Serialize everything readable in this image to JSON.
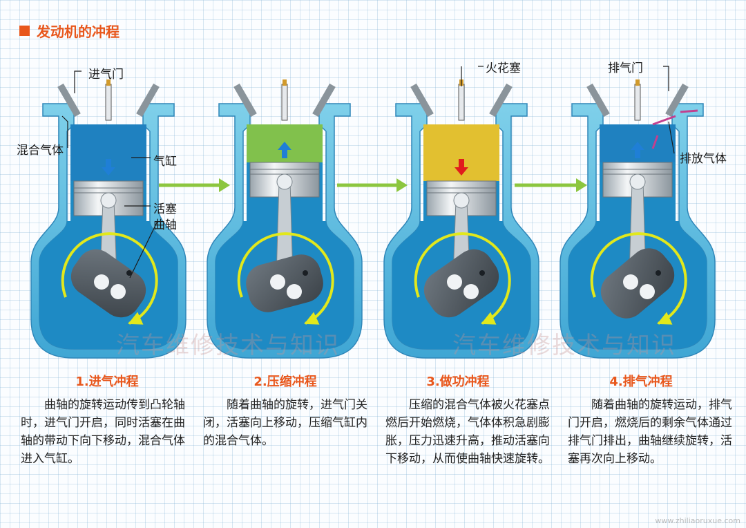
{
  "title": "发动机的冲程",
  "callouts": {
    "intake_valve": "进气门",
    "mixture": "混合气体",
    "cylinder": "气缸",
    "piston": "活塞",
    "crankshaft": "曲轴",
    "spark_plug": "火花塞",
    "exhaust_valve": "排气门",
    "exhaust_gas": "排放气体"
  },
  "stages": [
    {
      "title": "1.进气冲程",
      "desc": "曲轴的旋转运动传到凸轮轴时，进气门开启，同时活塞在曲轴的带动下向下移动，混合气体进入气缸。",
      "chamber_color": "#1f7fc0",
      "piston_dir": "down"
    },
    {
      "title": "2.压缩冲程",
      "desc": "随着曲轴的旋转，进气门关闭，活塞向上移动，压缩气缸内的混合气体。",
      "chamber_color": "#8cc63f",
      "piston_dir": "up"
    },
    {
      "title": "3.做功冲程",
      "desc": "压缩的混合气体被火花塞点燃后开始燃烧，气体体积急剧膨胀，压力迅速升高，推动活塞向下移动，从而使曲轴快速旋转。",
      "chamber_color": "#f7c520",
      "piston_dir": "down"
    },
    {
      "title": "4.排气冲程",
      "desc": "随着曲轴的旋转运动，排气门开启，燃烧后的剩余气体通过排气门排出，曲轴继续旋转，活塞再次向上移动。",
      "chamber_color": "#1f7fc0",
      "piston_dir": "up"
    }
  ],
  "watermark": "汽车维修技术与知识",
  "site_mark": "www.zhiliaoruxue.com",
  "colors": {
    "accent": "#e8571c",
    "arrow": "#8cc63f",
    "rotation": "#e2e81c",
    "water": "#1e8ac4"
  }
}
